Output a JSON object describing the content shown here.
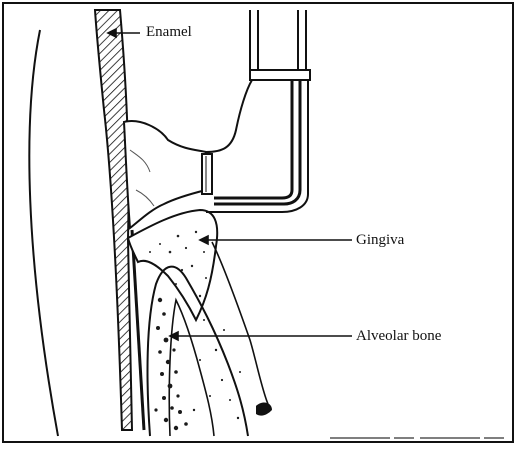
{
  "labels": {
    "enamel": "Enamel",
    "gingiva": "Gingiva",
    "alveolar_bone": "Alveolar bone"
  },
  "colors": {
    "ink": "#111111",
    "paper": "#ffffff",
    "stipple": "#222222"
  }
}
